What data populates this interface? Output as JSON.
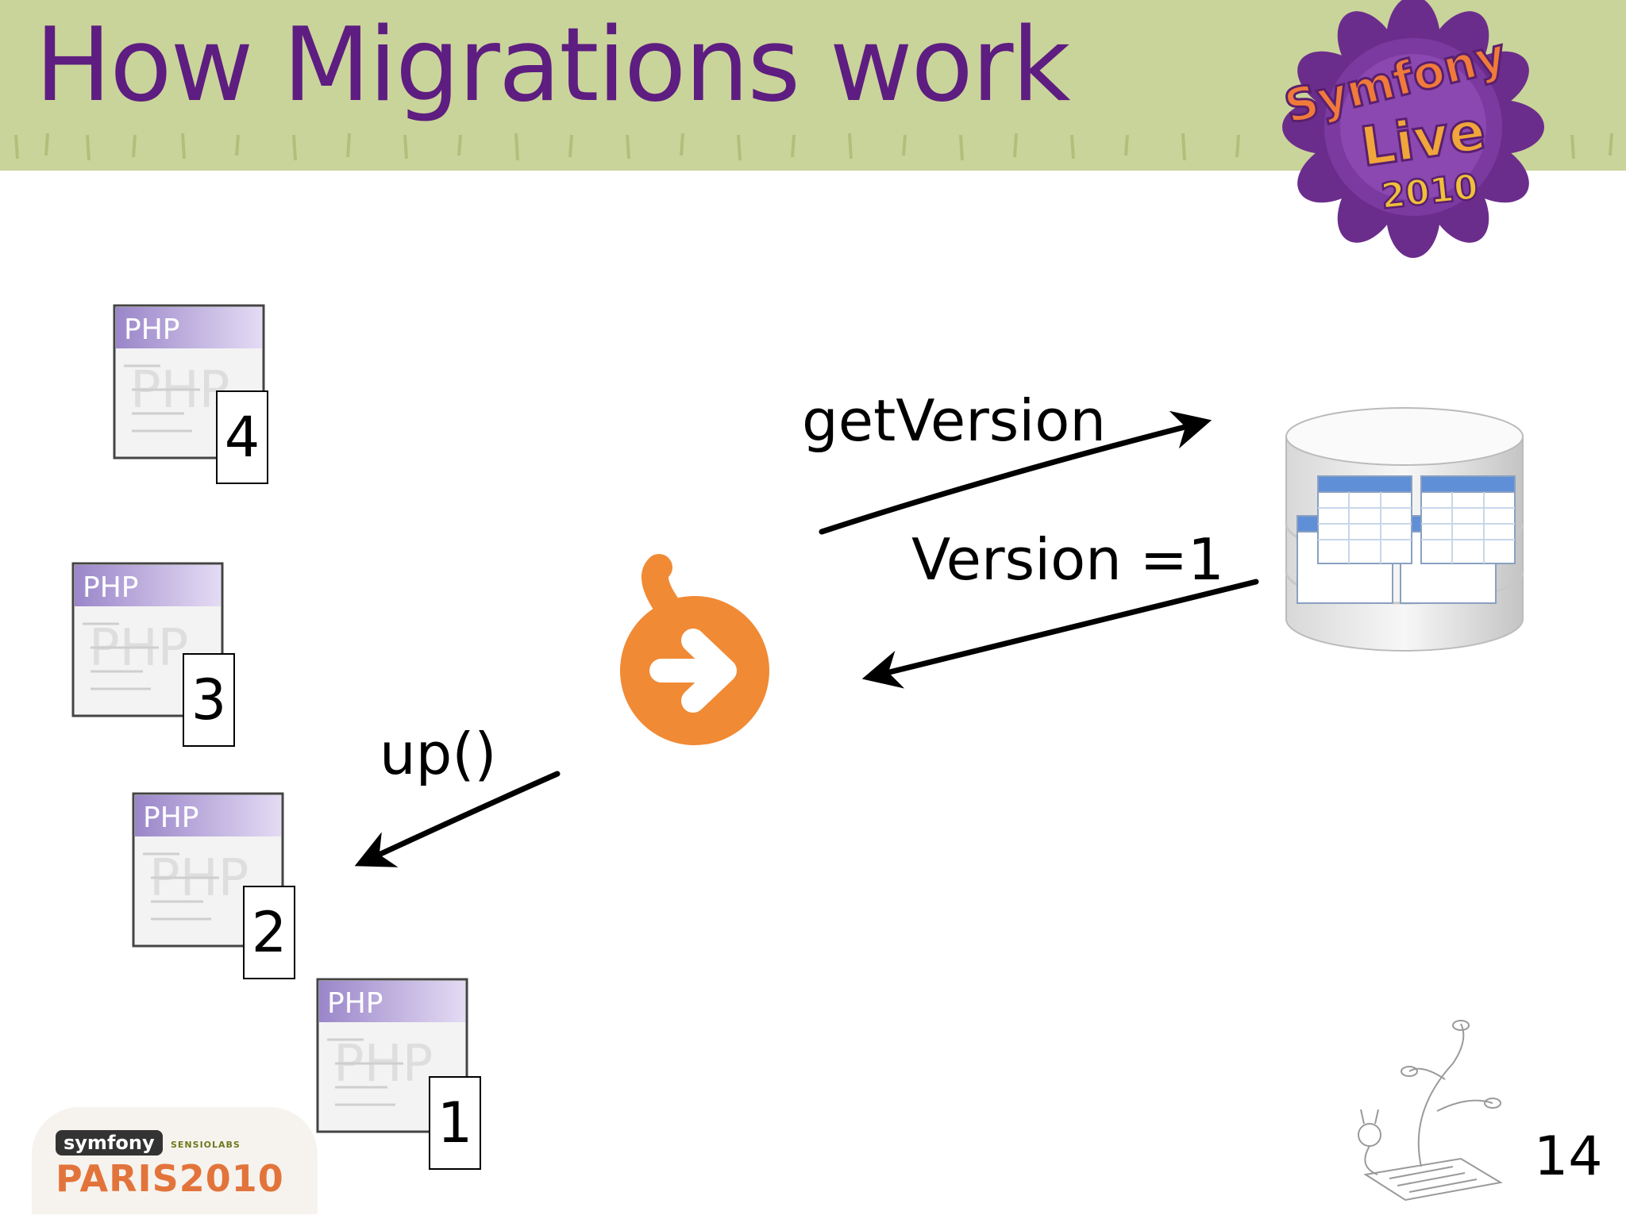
{
  "slide": {
    "title": "How Migrations work",
    "page_number": "14"
  },
  "migrations": [
    {
      "file_label": "PHP",
      "number": "4"
    },
    {
      "file_label": "PHP",
      "number": "3"
    },
    {
      "file_label": "PHP",
      "number": "2"
    },
    {
      "file_label": "PHP",
      "number": "1"
    }
  ],
  "edges": {
    "get_version": "getVersion",
    "version_result": "Version =1",
    "up_call": "up()"
  },
  "branding": {
    "event_logo_text": [
      "Symfony",
      "Live",
      "2010"
    ],
    "symfony_badge": "symfony",
    "sensiolabs": "SENSIOLABS",
    "paris": "PARIS2010"
  },
  "colors": {
    "title": "#5e1d80",
    "banner": "#c9d49a",
    "doctrine_orange": "#f08a35",
    "paris_orange": "#e2743b"
  }
}
